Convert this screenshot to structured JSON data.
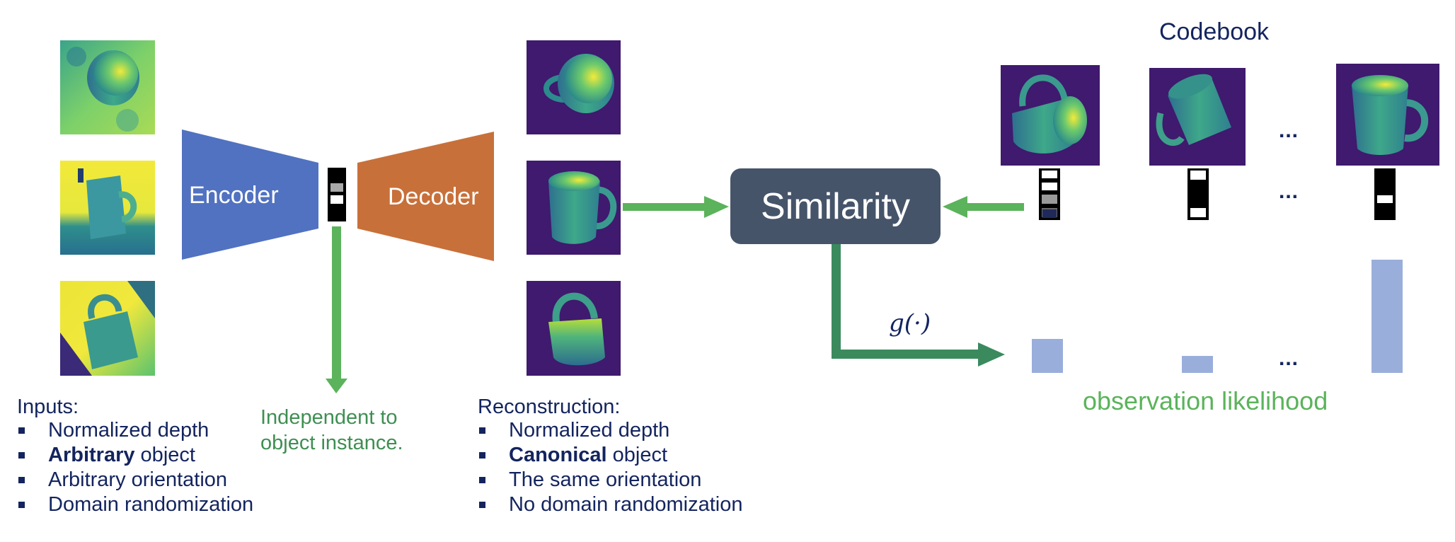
{
  "encoder": {
    "label": "Encoder"
  },
  "decoder": {
    "label": "Decoder"
  },
  "similarity": {
    "label": "Similarity"
  },
  "codebook": {
    "title": "Codebook",
    "ellipsis": "..."
  },
  "function_label": "g(·)",
  "independent_note": {
    "line1": "Independent to",
    "line2": "object instance."
  },
  "inputs": {
    "heading": "Inputs:",
    "items": [
      {
        "bold": "",
        "text": "Normalized depth"
      },
      {
        "bold": "Arbitrary",
        "text": " object"
      },
      {
        "bold": "",
        "text": "Arbitrary orientation"
      },
      {
        "bold": "",
        "text": "Domain randomization"
      }
    ]
  },
  "reconstruction": {
    "heading": "Reconstruction:",
    "items": [
      {
        "bold": "",
        "text": "Normalized depth"
      },
      {
        "bold": "Canonical",
        "text": " object"
      },
      {
        "bold": "",
        "text": "The same orientation"
      },
      {
        "bold": "",
        "text": "No domain randomization"
      }
    ]
  },
  "likelihood": {
    "label": "observation likelihood",
    "values": [
      0.3,
      0.15,
      1.0
    ]
  },
  "colors": {
    "encoder": "#5172c0",
    "decoder": "#c8703a",
    "similarity": "#46546a",
    "arrow_green": "#5bb35b",
    "arrow_dark_green": "#3a8a5e",
    "bar": "#9aaedb",
    "navy": "#13245e",
    "depth_bg": "#3f1a6e"
  }
}
